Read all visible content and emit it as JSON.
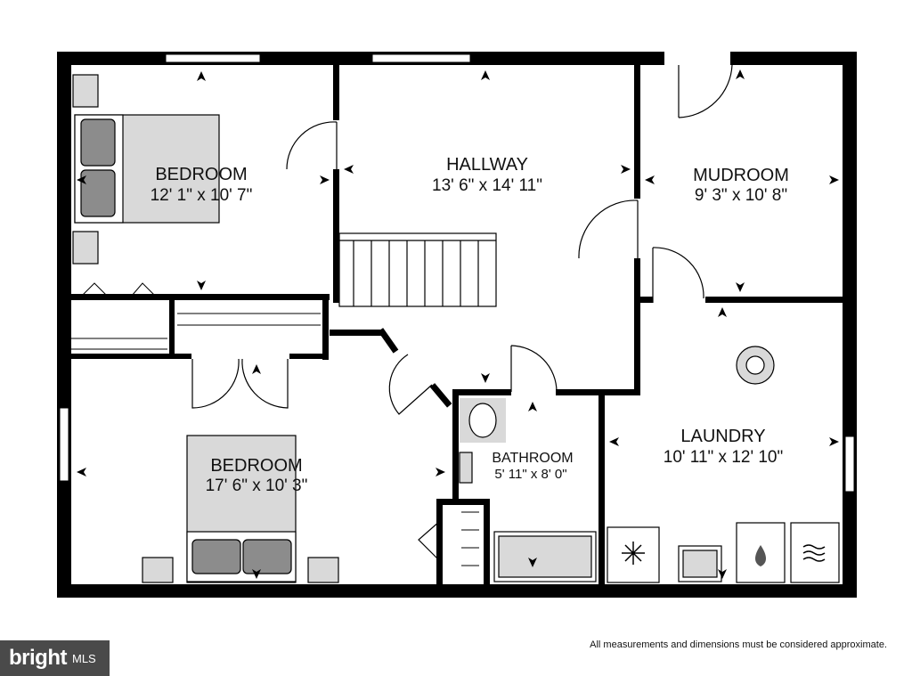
{
  "rooms": {
    "bedroom1": {
      "name": "BEDROOM",
      "dims": "12' 1\" x 10' 7\""
    },
    "hallway": {
      "name": "HALLWAY",
      "dims": "13' 6\" x 14' 11\""
    },
    "mudroom": {
      "name": "MUDROOM",
      "dims": "9' 3\" x 10' 8\""
    },
    "bedroom2": {
      "name": "BEDROOM",
      "dims": "17' 6\" x 10' 3\""
    },
    "bathroom": {
      "name": "BATHROOM",
      "dims": "5' 11\" x 8' 0\""
    },
    "laundry": {
      "name": "LAUNDRY",
      "dims": "10' 11\" x 12' 10\""
    }
  },
  "footer": {
    "disclaimer": "All measurements and dimensions must be considered approximate.",
    "logo_word": "bright",
    "logo_mls": "MLS"
  },
  "colors": {
    "wall": "#000000",
    "fixture": "#d9d9d9",
    "fixture_dark": "#8c8c8c",
    "logo_bg": "#4a4a4a"
  }
}
